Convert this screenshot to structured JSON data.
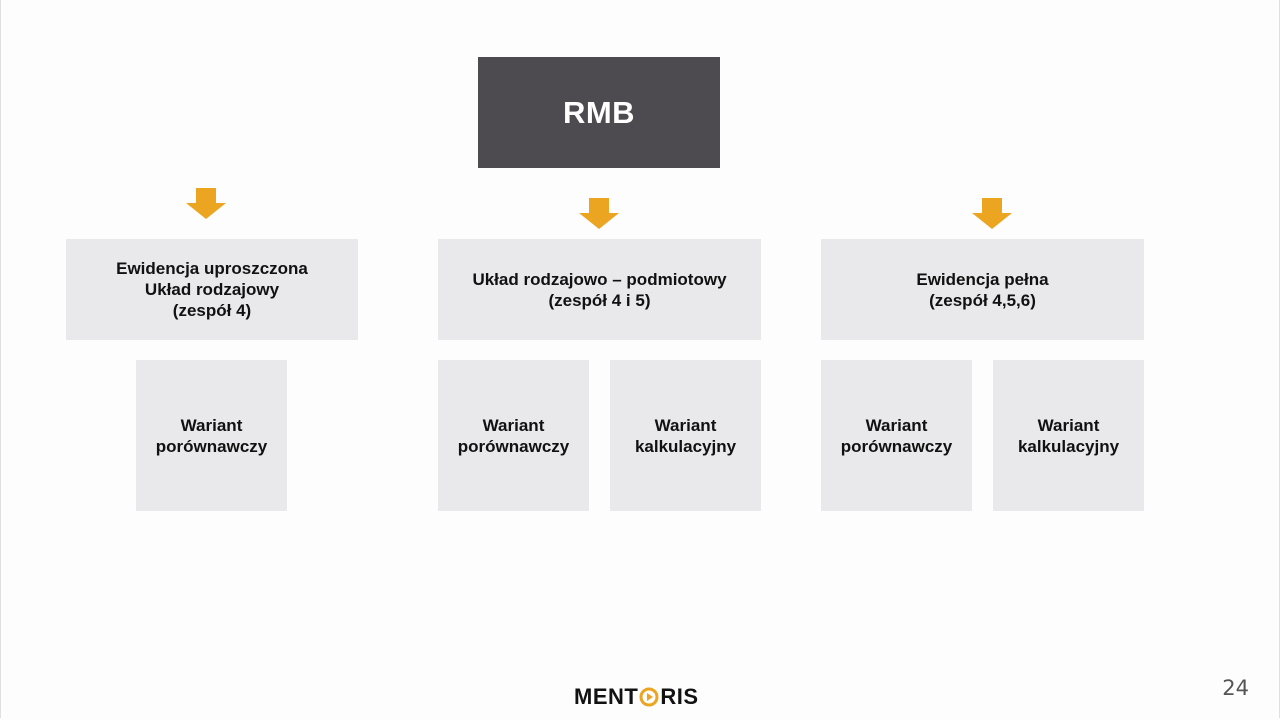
{
  "root": {
    "label": "RMB"
  },
  "branches": [
    {
      "header_lines": [
        "Ewidencja uproszczona",
        "Układ rodzajowy",
        "(zespół 4)"
      ],
      "variants": [
        {
          "lines": [
            "Wariant",
            "porównawczy"
          ]
        }
      ]
    },
    {
      "header_lines": [
        "Układ rodzajowo – podmiotowy",
        "(zespół 4 i 5)"
      ],
      "variants": [
        {
          "lines": [
            "Wariant",
            "porównawczy"
          ]
        },
        {
          "lines": [
            "Wariant",
            "kalkulacyjny"
          ]
        }
      ]
    },
    {
      "header_lines": [
        "Ewidencja pełna",
        "(zespół 4,5,6)"
      ],
      "variants": [
        {
          "lines": [
            "Wariant",
            "porównawczy"
          ]
        },
        {
          "lines": [
            "Wariant",
            "kalkulacyjny"
          ]
        }
      ]
    }
  ],
  "footer": {
    "logo_left": "MENT",
    "logo_right": "RIS",
    "logo_icon": "play-circle-icon",
    "page_number": "24"
  },
  "colors": {
    "root_bg": "#4d4a50",
    "box_bg": "#e9e8ea",
    "arrow": "#eba521",
    "text": "#111111"
  }
}
